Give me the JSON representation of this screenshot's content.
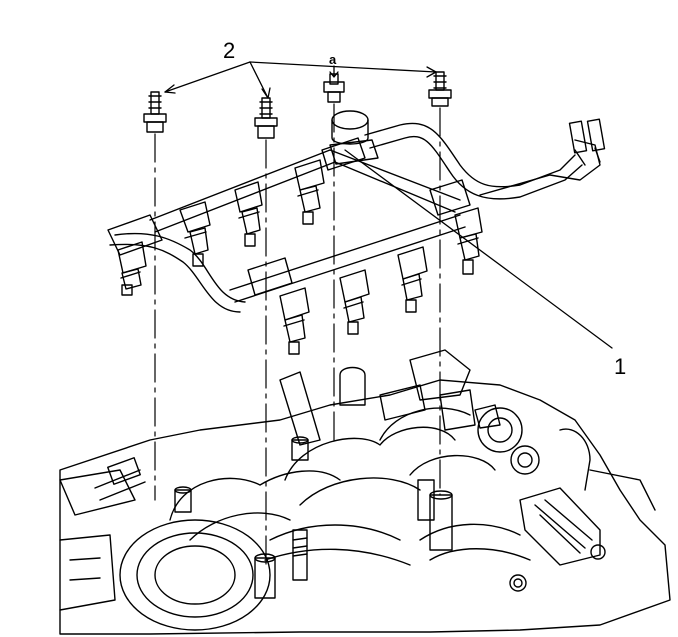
{
  "callouts": {
    "bolts_label": "2",
    "fuel_rail_label": "1",
    "arrow_label": "a"
  }
}
